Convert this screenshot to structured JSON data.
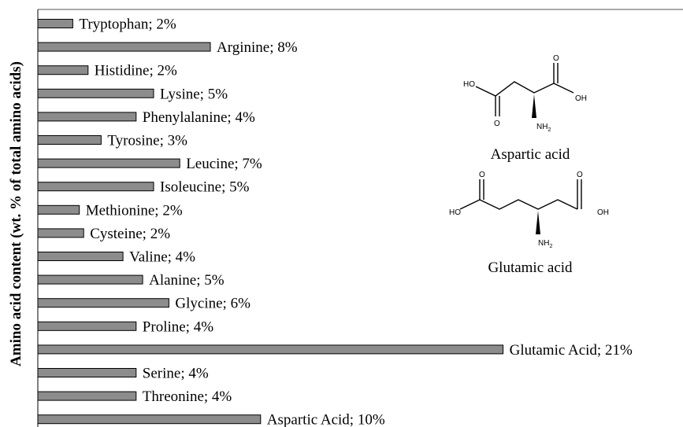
{
  "chart_data": {
    "type": "bar",
    "orientation": "horizontal",
    "ylabel": "Amino acid content (wt. % of total amino acids)",
    "xlim": [
      0,
      22
    ],
    "grid": false,
    "categories": [
      "Tryptophan",
      "Arginine",
      "Histidine",
      "Lysine",
      "Phenylalanine",
      "Tyrosine",
      "Leucine",
      "Isoleucine",
      "Methionine",
      "Cysteine",
      "Valine",
      "Alanine",
      "Glycine",
      "Proline",
      "Glutamic Acid",
      "Serine",
      "Threonine",
      "Aspartic Acid"
    ],
    "values": [
      1.6,
      7.9,
      2.3,
      5.3,
      4.5,
      2.9,
      6.5,
      5.3,
      1.9,
      2.1,
      3.9,
      4.8,
      6.0,
      4.5,
      21.3,
      4.5,
      4.5,
      10.2
    ],
    "data_labels": [
      "Tryptophan; 2%",
      "Arginine; 8%",
      "Histidine; 2%",
      "Lysine; 5%",
      "Phenylalanine; 4%",
      "Tyrosine; 3%",
      "Leucine; 7%",
      "Isoleucine; 5%",
      "Methionine; 2%",
      "Cysteine; 2%",
      "Valine; 4%",
      "Alanine; 5%",
      "Glycine; 6%",
      "Proline; 4%",
      "Glutamic Acid; 21%",
      "Serine; 4%",
      "Threonine; 4%",
      "Aspartic Acid; 10%"
    ],
    "colors": {
      "bar_fill": "#8c8c8c",
      "bar_stroke": "#000000"
    }
  },
  "molecules": [
    {
      "name": "Aspartic acid",
      "atoms": {
        "ho": "HO",
        "oh": "OH",
        "o1": "O",
        "o2": "O",
        "n": "NH",
        "n_sub": "2"
      }
    },
    {
      "name": "Glutamic acid",
      "atoms": {
        "ho": "HO",
        "oh": "OH",
        "o1": "O",
        "o2": "O",
        "n": "NH",
        "n_sub": "2"
      }
    }
  ]
}
